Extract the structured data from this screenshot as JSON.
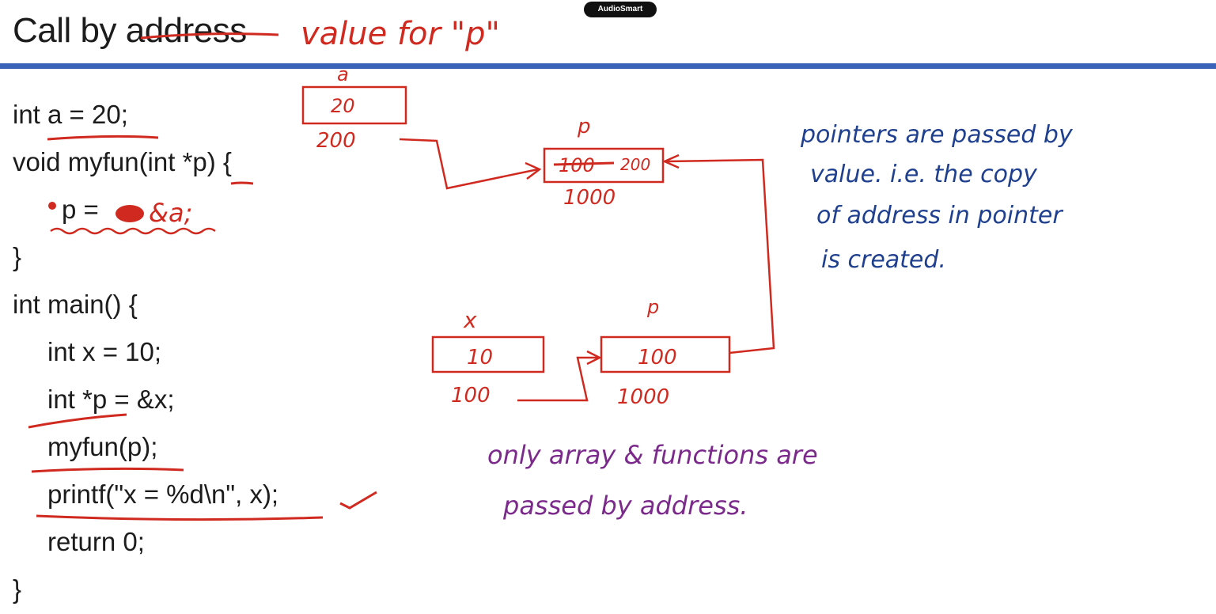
{
  "slide": {
    "title": "Call by address",
    "badge": "AudioSmart"
  },
  "code": {
    "lines": [
      "int a = 20;",
      "void myfun(int *p) {",
      "p = ",
      "}",
      "int main() {",
      "int x = 10;",
      "int *p = &x;",
      "myfun(p);",
      "printf(\"x = %d\\n\", x);",
      "return 0;",
      "}"
    ]
  },
  "annotations": {
    "title_insert": "value for \"p\"",
    "assign_replacement": "&a;",
    "box_a_global": {
      "name": "a",
      "value": "20",
      "address": "200"
    },
    "box_p_func": {
      "name": "p",
      "old_value": "100",
      "value": "200",
      "address": "1000"
    },
    "box_x_main": {
      "name": "x",
      "value": "10",
      "address": "100"
    },
    "box_p_main": {
      "name": "p",
      "value": "100",
      "address": "1000"
    },
    "note_blue": [
      "pointers are passed by",
      "value. i.e. the copy",
      "of address in pointer",
      "is created."
    ],
    "note_purple": [
      "only array & functions are",
      "passed by address."
    ]
  },
  "colors": {
    "red_ink": "#d02a20",
    "blue_ink": "#1f3f8f",
    "purple_ink": "#7b2a8c",
    "rule": "#3b63b8"
  }
}
